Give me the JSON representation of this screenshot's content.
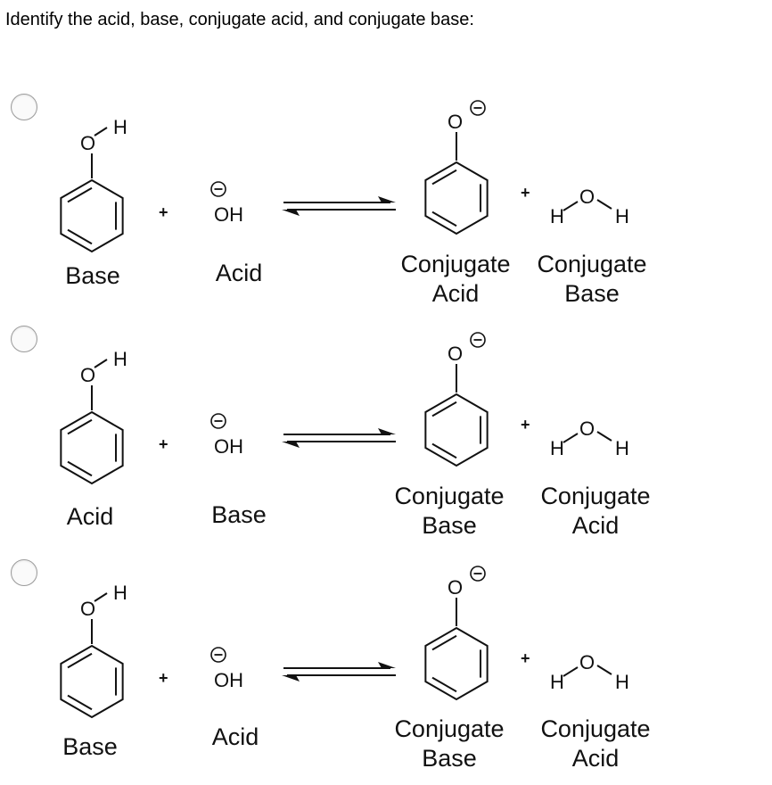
{
  "question": "Identify the acid, base, conjugate acid, and conjugate base:",
  "atoms": {
    "o": "O",
    "h": "H",
    "oh": "OH",
    "plus": "+"
  },
  "options": [
    {
      "reactant1": "Base",
      "reactant2": "Acid",
      "product1": [
        "Conjugate",
        "Acid"
      ],
      "product2": [
        "Conjugate",
        "Base"
      ]
    },
    {
      "reactant1": "Acid",
      "reactant2": "Base",
      "product1": [
        "Conjugate",
        "Base"
      ],
      "product2": [
        "Conjugate",
        "Acid"
      ]
    },
    {
      "reactant1": "Base",
      "reactant2": "Acid",
      "product1": [
        "Conjugate",
        "Base"
      ],
      "product2": [
        "Conjugate",
        "Acid"
      ]
    }
  ]
}
